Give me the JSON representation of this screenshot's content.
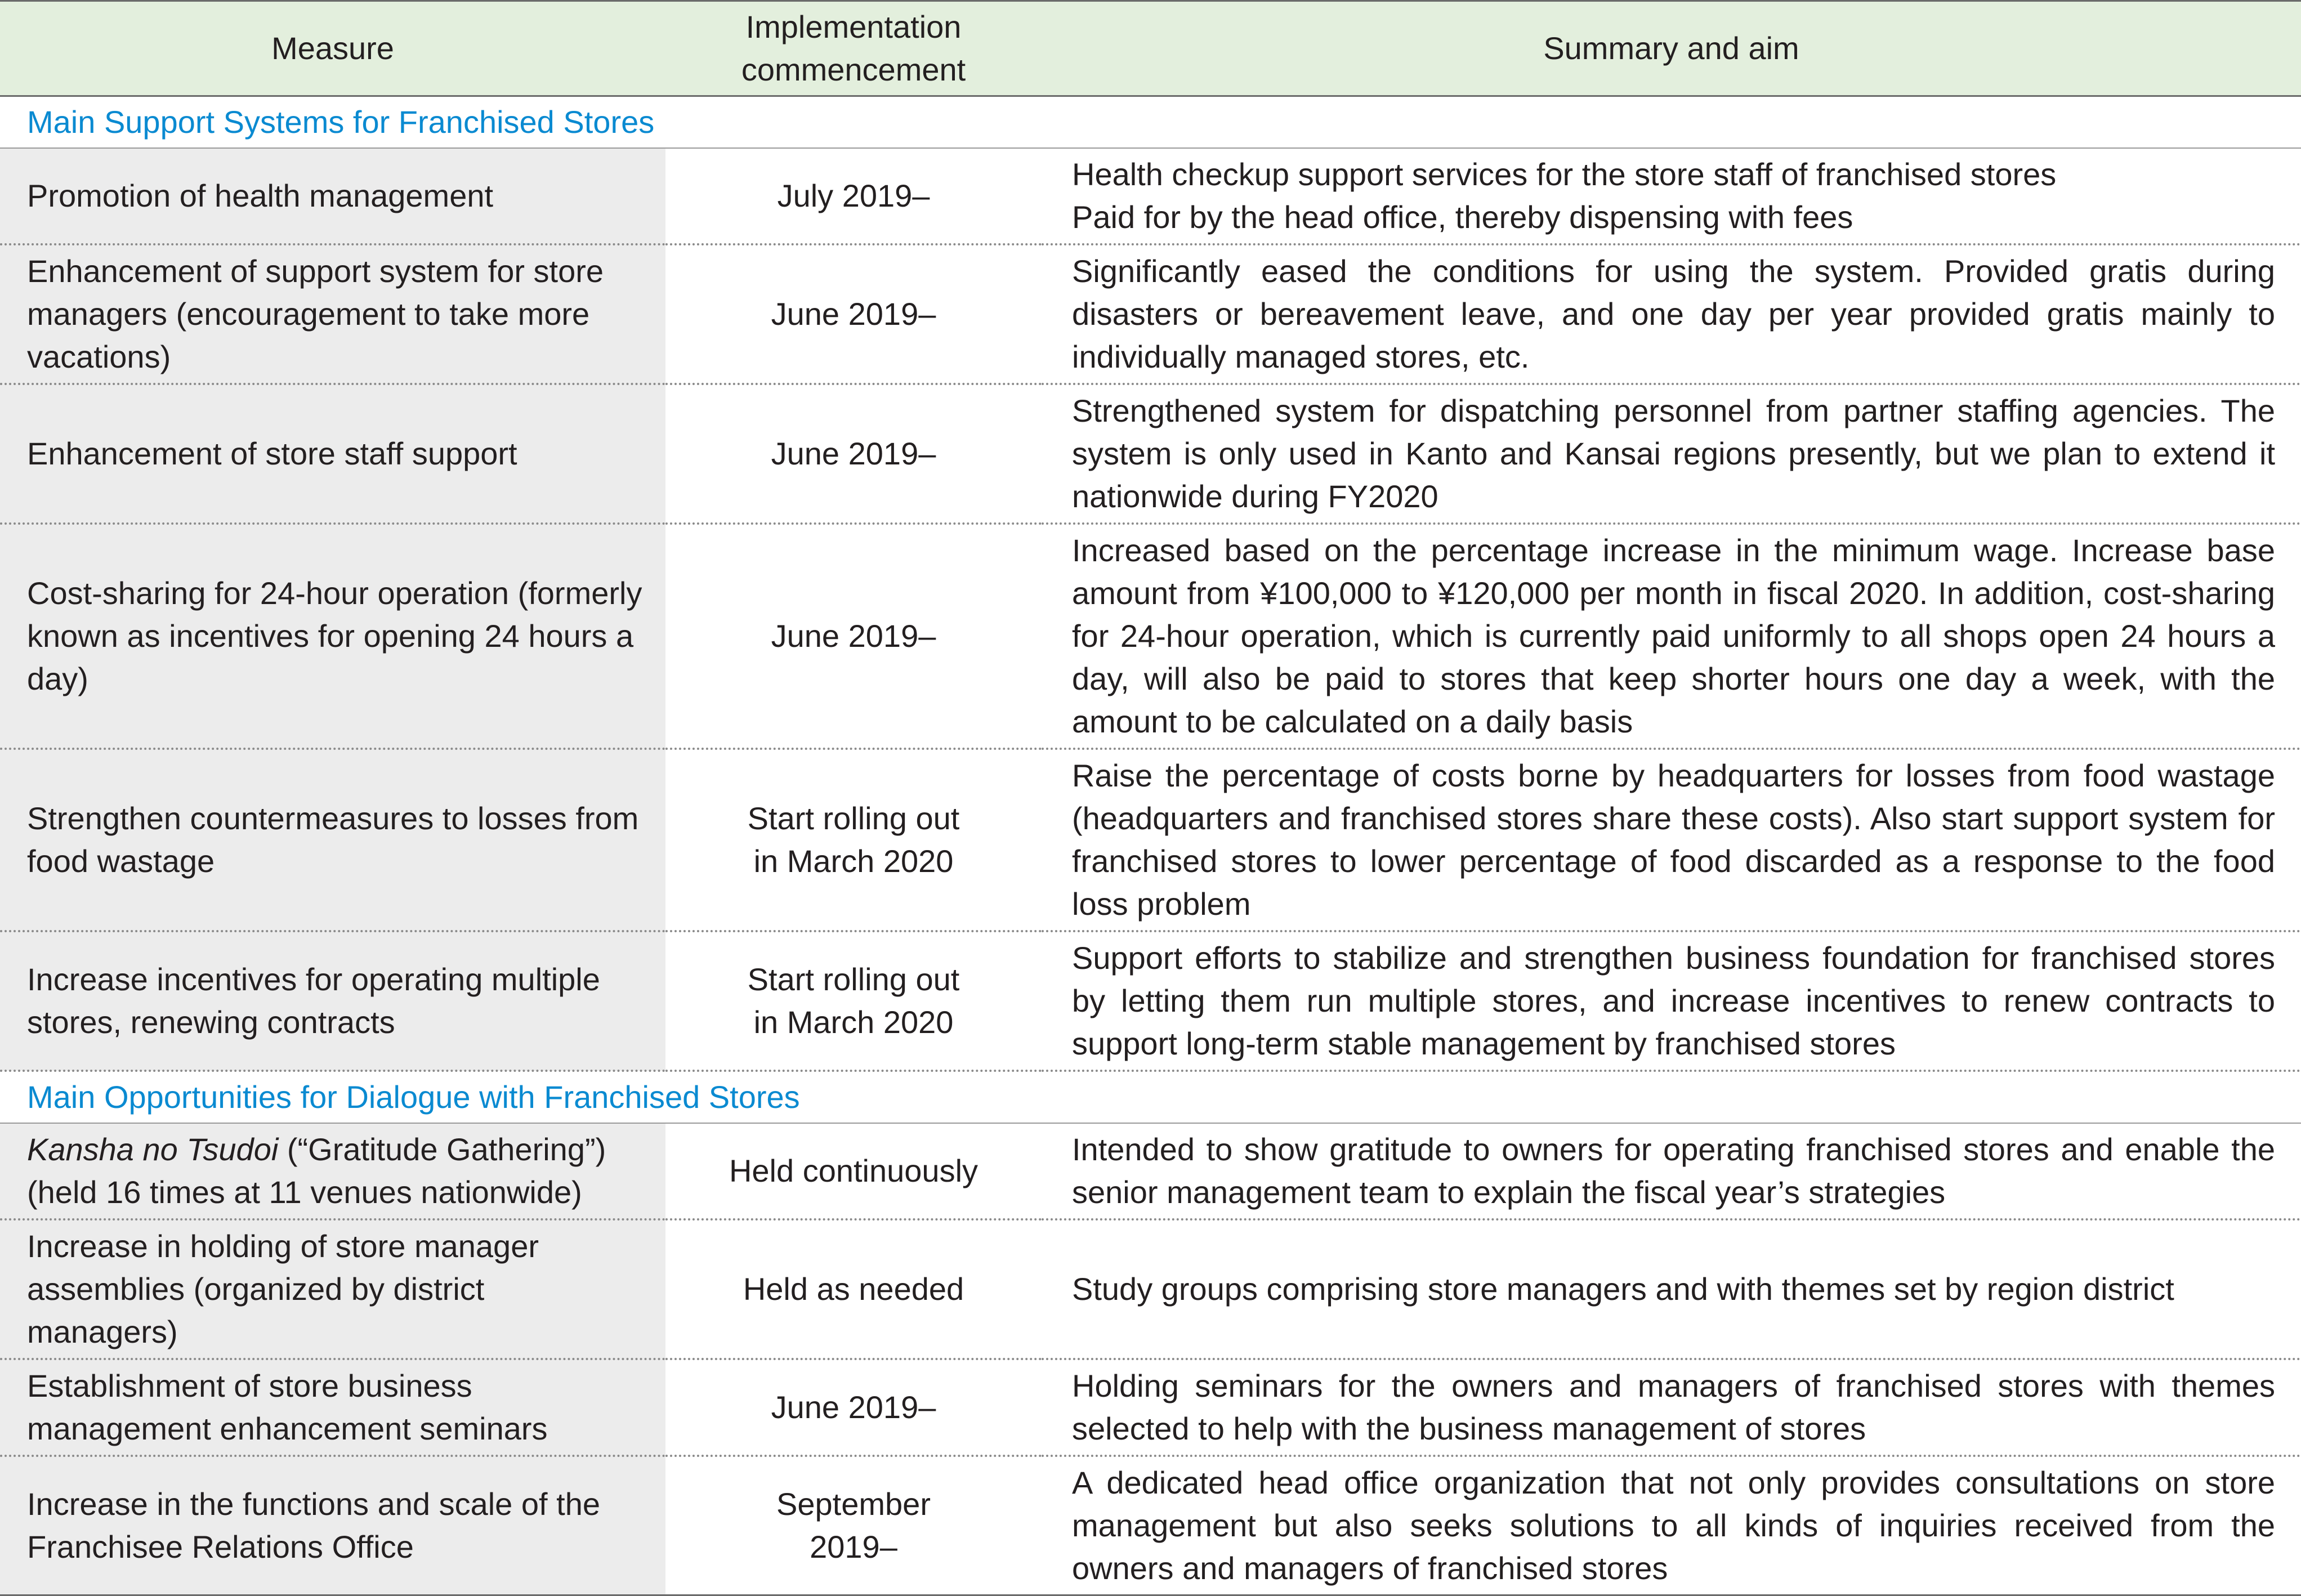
{
  "header": {
    "measure": "Measure",
    "implementation_line1": "Implementation",
    "implementation_line2": "commencement",
    "summary": "Summary and aim"
  },
  "sections": {
    "support": {
      "title": "Main Support Systems for Franchised Stores",
      "rows": [
        {
          "measure": "Promotion of health management",
          "date": "July 2019–",
          "summary_line1": "Health checkup support services for the store staff of franchised stores",
          "summary_line2": "Paid for by the head office, thereby dispensing with fees"
        },
        {
          "measure": "Enhancement of support system for store managers (encouragement to take more vacations)",
          "date": "June 2019–",
          "summary": "Significantly eased the conditions for using the system. Provided gratis during disasters or bereavement leave, and one day per year provided gratis mainly to individually managed stores, etc."
        },
        {
          "measure": "Enhancement of store staff support",
          "date": "June 2019–",
          "summary": "Strengthened system for dispatching personnel from partner staffing agencies. The system is only used in Kanto and Kansai regions presently, but we plan to extend it nationwide during FY2020"
        },
        {
          "measure": "Cost-sharing for 24-hour operation (formerly known as incentives for opening 24 hours a day)",
          "date": "June 2019–",
          "summary": "Increased based on the percentage increase in the minimum wage. Increase base amount from ¥100,000 to ¥120,000 per month in fiscal 2020. In addition, cost-sharing for 24-hour operation, which is currently paid uniformly to all shops open 24 hours a day, will also be paid to stores that keep shorter hours one day a week, with the amount to be calculated on a daily basis"
        },
        {
          "measure": "Strengthen countermeasures to losses from food wastage",
          "date_line1": "Start rolling out",
          "date_line2": "in March 2020",
          "summary": "Raise the percentage of costs borne by headquarters for losses from food wastage (headquarters and franchised stores share these costs). Also start support system for franchised stores to lower percentage of food discarded as a response to the food loss problem"
        },
        {
          "measure": "Increase incentives for operating multiple stores, renewing contracts",
          "date_line1": "Start rolling out",
          "date_line2": "in March 2020",
          "summary": "Support efforts to stabilize and strengthen business foundation for franchised stores by letting them run multiple stores, and increase incentives to renew contracts to support long-term stable management by franchised stores"
        }
      ]
    },
    "dialogue": {
      "title": "Main Opportunities for Dialogue with Franchised Stores",
      "rows": [
        {
          "measure_italic": "Kansha no Tsudoi",
          "measure_rest": " (“Gratitude Gathering”) (held 16 times at 11 venues nationwide)",
          "date": "Held continuously",
          "summary": "Intended to show gratitude to owners for operating franchised stores and enable the senior management team to explain the fiscal year’s strategies"
        },
        {
          "measure": "Increase in holding of store manager assemblies (organized by district managers)",
          "date": "Held as needed",
          "summary": "Study groups comprising store managers and with themes set by region district"
        },
        {
          "measure": "Establishment of store business management enhancement seminars",
          "date": "June 2019–",
          "summary": "Holding seminars for the owners and managers of franchised stores with themes selected to help with the business management of stores"
        },
        {
          "measure": "Increase in the functions and scale of the Franchisee Relations Office",
          "date_line1": "September",
          "date_line2": "2019–",
          "summary": "A dedicated head office organization that not only provides consultations on store management but also seeks solutions to all kinds of inquiries received from the owners and managers of franchised stores"
        }
      ]
    }
  }
}
